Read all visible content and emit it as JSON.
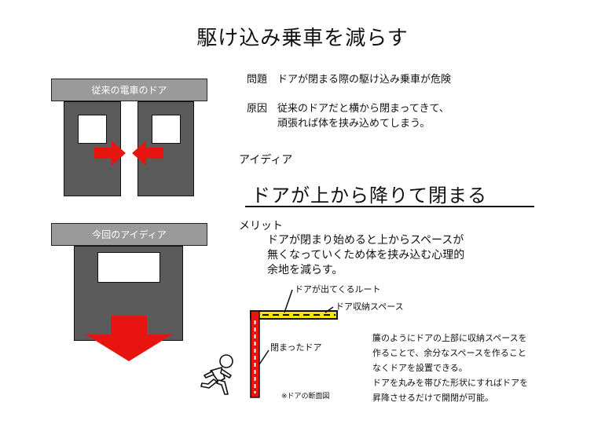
{
  "title": "駆け込み乗車を減らす",
  "left": {
    "conventional_label": "従来の電車のドア",
    "idea_label": "今回のアイディア"
  },
  "problem": {
    "label": "問題",
    "text": "ドアが閉まる際の駆け込み乗車が危険"
  },
  "cause": {
    "label": "原因",
    "line1": "従来のドアだと横から閉まってきて、",
    "line2": "頑張れば体を挟み込めてしまう。"
  },
  "idea": {
    "heading": "アイディア",
    "main": "ドアが上から降りて閉まる"
  },
  "merit": {
    "heading": "メリット",
    "line1": "ドアが閉まり始めると上からスペースが",
    "line2": "無くなっていくため体を挟み込む心理的",
    "line3": "余地を減らす。"
  },
  "diagram": {
    "route_label": "ドアが出てくるルート",
    "storage_label": "ドア収納スペース",
    "closed_label": "閉まったドア",
    "caption": "※ドアの断面図"
  },
  "explanation": {
    "line1": "簾のようにドアの上部に収納スペースを",
    "line2": "作ることで、余分なスペースを作ること",
    "line3": "なくドアを設置できる。",
    "line4": "ドアを丸みを帯びた形状にすればドアを",
    "line5": "昇降させるだけで開閉が可能。"
  },
  "colors": {
    "arrow_red": "#e8140f",
    "panel_gray": "#5b5b5b",
    "bar_gray": "#9a9a9a",
    "storage_yellow": "#f2e600"
  }
}
